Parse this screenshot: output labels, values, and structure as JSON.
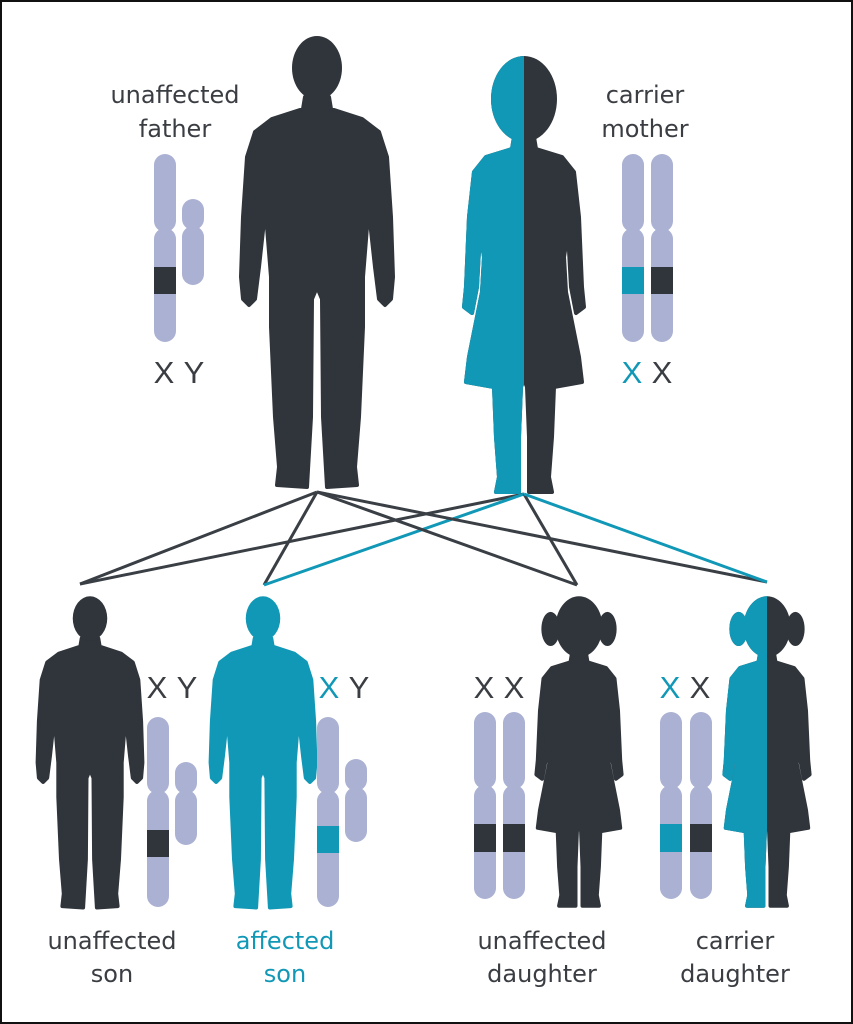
{
  "colors": {
    "unaffected": "#30353b",
    "affected": "#1198b6",
    "chromosome": "#aab1d3",
    "line_dark": "#3a3f45",
    "line_teal": "#1198b6",
    "text": "#3a3d42"
  },
  "parents": {
    "father": {
      "label_line1": "unaffected",
      "label_line2": "father",
      "chrom1": "X",
      "chrom2": "Y"
    },
    "mother": {
      "label_line1": "carrier",
      "label_line2": "mother",
      "chrom1": "X",
      "chrom2": "X"
    }
  },
  "children": [
    {
      "label_line1": "unaffected",
      "label_line2": "son",
      "chrom1": "X",
      "chrom2": "Y"
    },
    {
      "label_line1": "affected",
      "label_line2": "son",
      "chrom1": "X",
      "chrom2": "Y"
    },
    {
      "label_line1": "unaffected",
      "label_line2": "daughter",
      "chrom1": "X",
      "chrom2": "X"
    },
    {
      "label_line1": "carrier",
      "label_line2": "daughter",
      "chrom1": "X",
      "chrom2": "X"
    }
  ]
}
